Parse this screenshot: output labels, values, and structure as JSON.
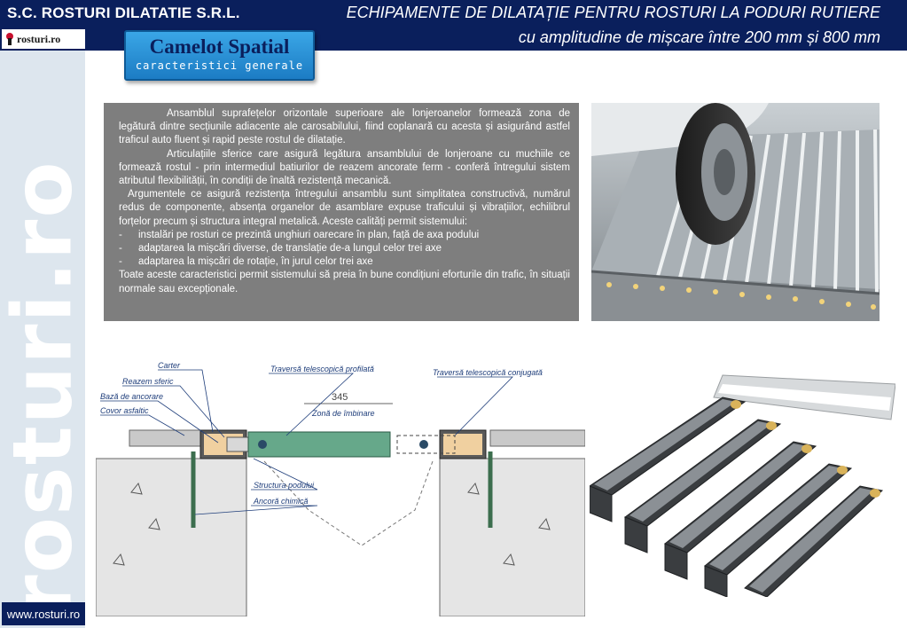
{
  "header": {
    "company": "S.C. ROSTURI DILATATIE S.R.L.",
    "title_line1": "ECHIPAMENTE DE DILATAȚIE PENTRU ROSTURI LA PODURI RUTIERE",
    "title_line2": "cu amplitudine de mișcare între 200 mm și 800 mm"
  },
  "logo": {
    "text": "rosturi.ro"
  },
  "sidebar": {
    "vertical_text": "rosturi.ro",
    "website": "www.rosturi.ro"
  },
  "badge": {
    "title": "Camelot Spatial",
    "subtitle": "caracteristici generale"
  },
  "description": {
    "para1": "Ansamblul suprafețelor orizontale superioare ale lonjeroanelor formează zona de legătură dintre secțiunile adiacente ale carosabilului, fiind coplanară cu acesta și asigurând astfel traficul auto fluent și rapid peste rostul de dilatație.",
    "para2": "Articulațiile sferice care asigură legătura ansamblului de lonjeroane cu muchiile ce formează rostul - prin intermediul batiurilor de reazem ancorate ferm - conferă întregului sistem atributul flexibilității, în condiții de înaltă rezistență mecanică.",
    "para3": "Argumentele ce asigură rezistența întregului ansamblu sunt simplitatea constructivă, numărul redus de componente, absența organelor de asamblare expuse traficului și vibrațiilor, echilibrul forțelor precum și structura integral metalică. Aceste calități permit sistemului:",
    "items": [
      "instalări pe rosturi ce prezintă unghiuri oarecare în plan, față de axa podului",
      "adaptarea la mișcări diverse, de translație de-a lungul celor trei axe",
      "adaptarea la mișcări de rotație, în jurul celor trei axe"
    ],
    "dash": "-",
    "conclusion": "Toate aceste caracteristici permit sistemului să preia în bune condițiuni eforturile din trafic, în situații normale sau excepționale."
  },
  "diagram": {
    "labels": {
      "carter": "Carter",
      "reazem": "Reazem sferic",
      "baza": "Bază de ancorare",
      "covor": "Covor asfaltic",
      "traversa_profilata": "Traversă telescopică profilată",
      "traversa_conjugata": "Traversă telescopică conjugată",
      "dimension": "345",
      "zona": "Zonă de îmbinare",
      "structura": "Structura podului",
      "ancora": "Ancoră chimică"
    }
  },
  "colors": {
    "header_bg": "#0a1f5c",
    "sidebar_bg": "#dde6ee",
    "panel_bg": "#7e7e7e",
    "badge_bg": "#2a90d6",
    "label_color": "#1e3d7a"
  }
}
